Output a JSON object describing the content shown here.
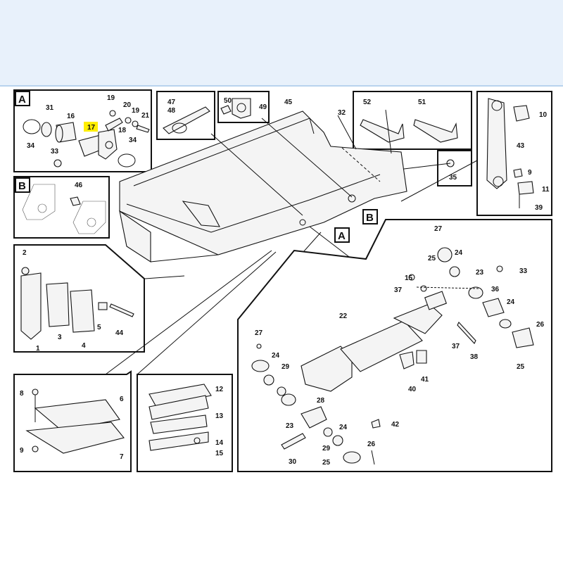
{
  "colors": {
    "highlight": "#ffee00",
    "top_band": "#e8f1fb",
    "top_rule": "#b8d3ee"
  },
  "sections": {
    "A": "A",
    "B": "B"
  },
  "callouts": {
    "c1": "1",
    "c2": "2",
    "c3": "3",
    "c4": "4",
    "c5": "5",
    "c6": "6",
    "c7": "7",
    "c8": "8",
    "c9": "9",
    "c10": "10",
    "c11": "11",
    "c12": "12",
    "c13": "13",
    "c14": "14",
    "c15": "15",
    "c16": "16",
    "c17": "17",
    "c18": "18",
    "c19": "19",
    "c20": "20",
    "c21": "21",
    "c22": "22",
    "c23": "23",
    "c24": "24",
    "c25": "25",
    "c26": "26",
    "c27": "27",
    "c28": "28",
    "c29": "29",
    "c30": "30",
    "c31": "31",
    "c32": "32",
    "c33": "33",
    "c34": "34",
    "c35": "35",
    "c36": "36",
    "c37": "37",
    "c38": "38",
    "c39": "39",
    "c40": "40",
    "c41": "41",
    "c42": "42",
    "c43": "43",
    "c44": "44",
    "c45": "45",
    "c46": "46",
    "c47": "47",
    "c48": "48",
    "c49": "49",
    "c50": "50",
    "c51": "51",
    "c52": "52"
  }
}
